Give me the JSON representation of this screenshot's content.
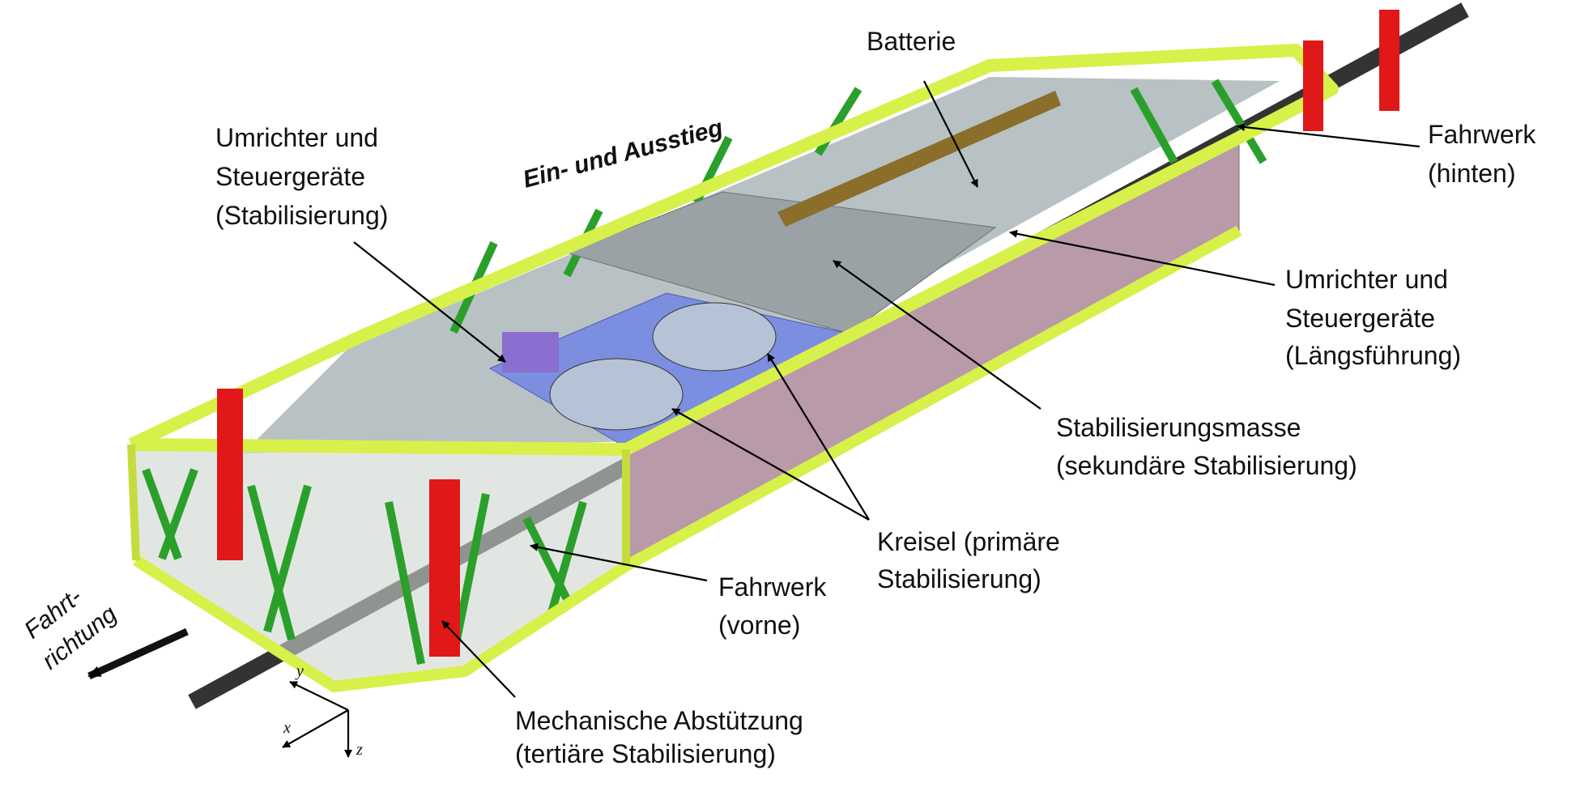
{
  "labels": {
    "batterie": "Batterie",
    "ein_ausstieg": "Ein- und Ausstieg",
    "umrichter_stab": [
      "Umrichter und",
      "Steuergeräte",
      "(Stabilisierung)"
    ],
    "fahrwerk_hinten": [
      "Fahrwerk",
      "(hinten)"
    ],
    "umrichter_laengs": [
      "Umrichter und",
      "Steuergeräte",
      "(Längsführung)"
    ],
    "stabilisierungsmasse": [
      "Stabilisierungsmasse",
      "(sekundäre Stabilisierung)"
    ],
    "kreisel": [
      "Kreisel (primäre",
      "Stabilisierung)"
    ],
    "fahrwerk_vorne": [
      "Fahrwerk",
      "(vorne)"
    ],
    "abstuetzung": [
      "Mechanische Abstützung",
      "(tertiäre Stabilisierung)"
    ],
    "fahrtrichtung": [
      "Fahrt-",
      "richtung"
    ]
  },
  "axes": {
    "x": "x",
    "y": "y",
    "z": "z"
  },
  "colors": {
    "frame": "#d8f04a",
    "struts": "#2aa02a",
    "posts": "#e01818",
    "side_panel": "#b89aa8",
    "gyro_plate": "#7c8ee0",
    "rail": "#333333"
  }
}
